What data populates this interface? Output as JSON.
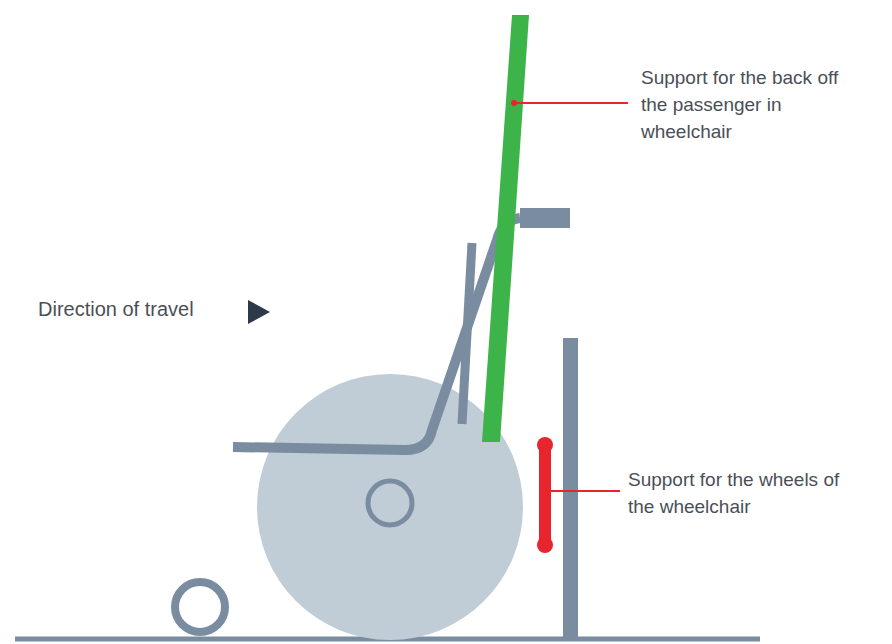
{
  "diagram": {
    "labels": [
      "Support for the back off the passenger in wheelchair",
      "Direction of travel",
      "Support for the wheels of the wheelchair"
    ]
  }
}
